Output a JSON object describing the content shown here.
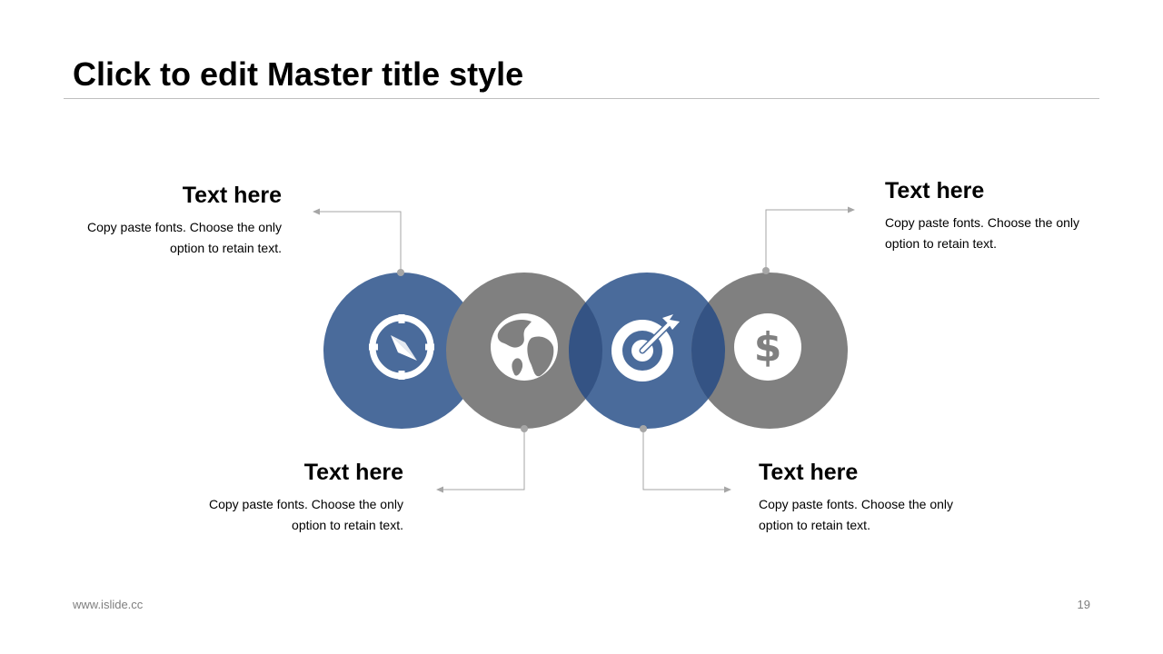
{
  "slide": {
    "title": "Click to edit Master title style",
    "footer_url": "www.islide.cc",
    "page_number": "19"
  },
  "colors": {
    "blue": "#4a6b9b",
    "gray": "#808080",
    "overlap": "#345384",
    "connector": "#a6a6a6",
    "icon": "#ffffff"
  },
  "circles": [
    {
      "icon": "compass-icon",
      "color": "blue"
    },
    {
      "icon": "globe-icon",
      "color": "gray"
    },
    {
      "icon": "target-icon",
      "color": "blue"
    },
    {
      "icon": "dollar-icon",
      "color": "gray"
    }
  ],
  "blocks": {
    "top_left": {
      "heading": "Text here",
      "line1": "Copy paste fonts. Choose the only",
      "line2": "option to retain text."
    },
    "top_right": {
      "heading": "Text here",
      "line1": "Copy paste fonts. Choose the only",
      "line2": "option to retain text."
    },
    "bottom_left": {
      "heading": "Text here",
      "line1": "Copy paste fonts. Choose the only",
      "line2": "option to retain text."
    },
    "bottom_right": {
      "heading": "Text here",
      "line1": "Copy paste fonts. Choose the only",
      "line2": "option to retain text."
    }
  }
}
